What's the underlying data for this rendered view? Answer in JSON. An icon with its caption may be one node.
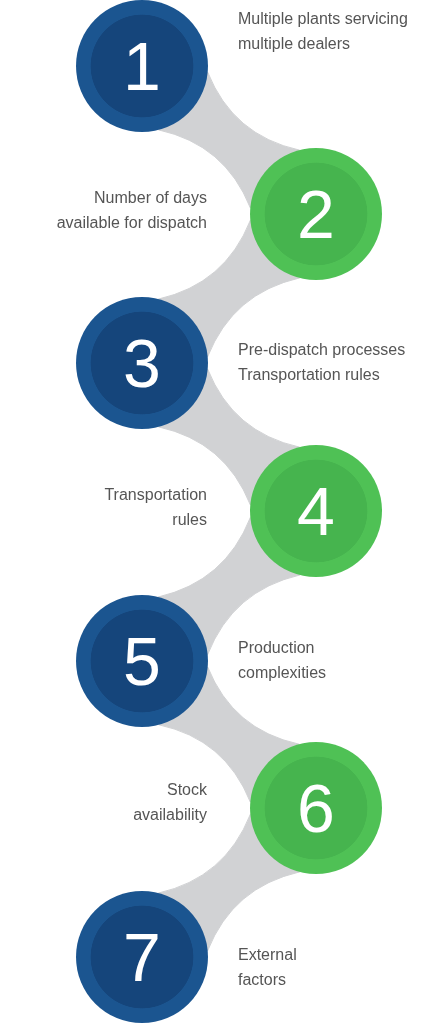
{
  "diagram": {
    "nodes": [
      {
        "text": [
          "1"
        ],
        "beside": [
          "Multiple plants servicing multiple dealers"
        ]
      },
      {
        "text": [
          "2"
        ],
        "beside": [
          "Number of days available for dispatch"
        ]
      },
      {
        "text": [
          "3"
        ],
        "beside": [
          "Pre-dispatch processes Transportation rules"
        ]
      },
      {
        "text": [
          "4"
        ],
        "beside": [
          "Transportation rules"
        ]
      },
      {
        "text": [
          "5"
        ],
        "beside": [
          "Production complexities"
        ]
      },
      {
        "text": [
          "6"
        ],
        "beside": [
          "Stock availability"
        ]
      },
      {
        "text": [
          "7"
        ],
        "beside": [
          "External factors"
        ]
      }
    ],
    "edges": [
      {
        "from": 0,
        "to": 1,
        "arrow": "none"
      },
      {
        "from": 1,
        "to": 2,
        "arrow": "none"
      },
      {
        "from": 2,
        "to": 3,
        "arrow": "none"
      },
      {
        "from": 3,
        "to": 4,
        "arrow": "none"
      },
      {
        "from": 4,
        "to": 5,
        "arrow": "none"
      },
      {
        "from": 5,
        "to": 6,
        "arrow": "none"
      }
    ]
  }
}
